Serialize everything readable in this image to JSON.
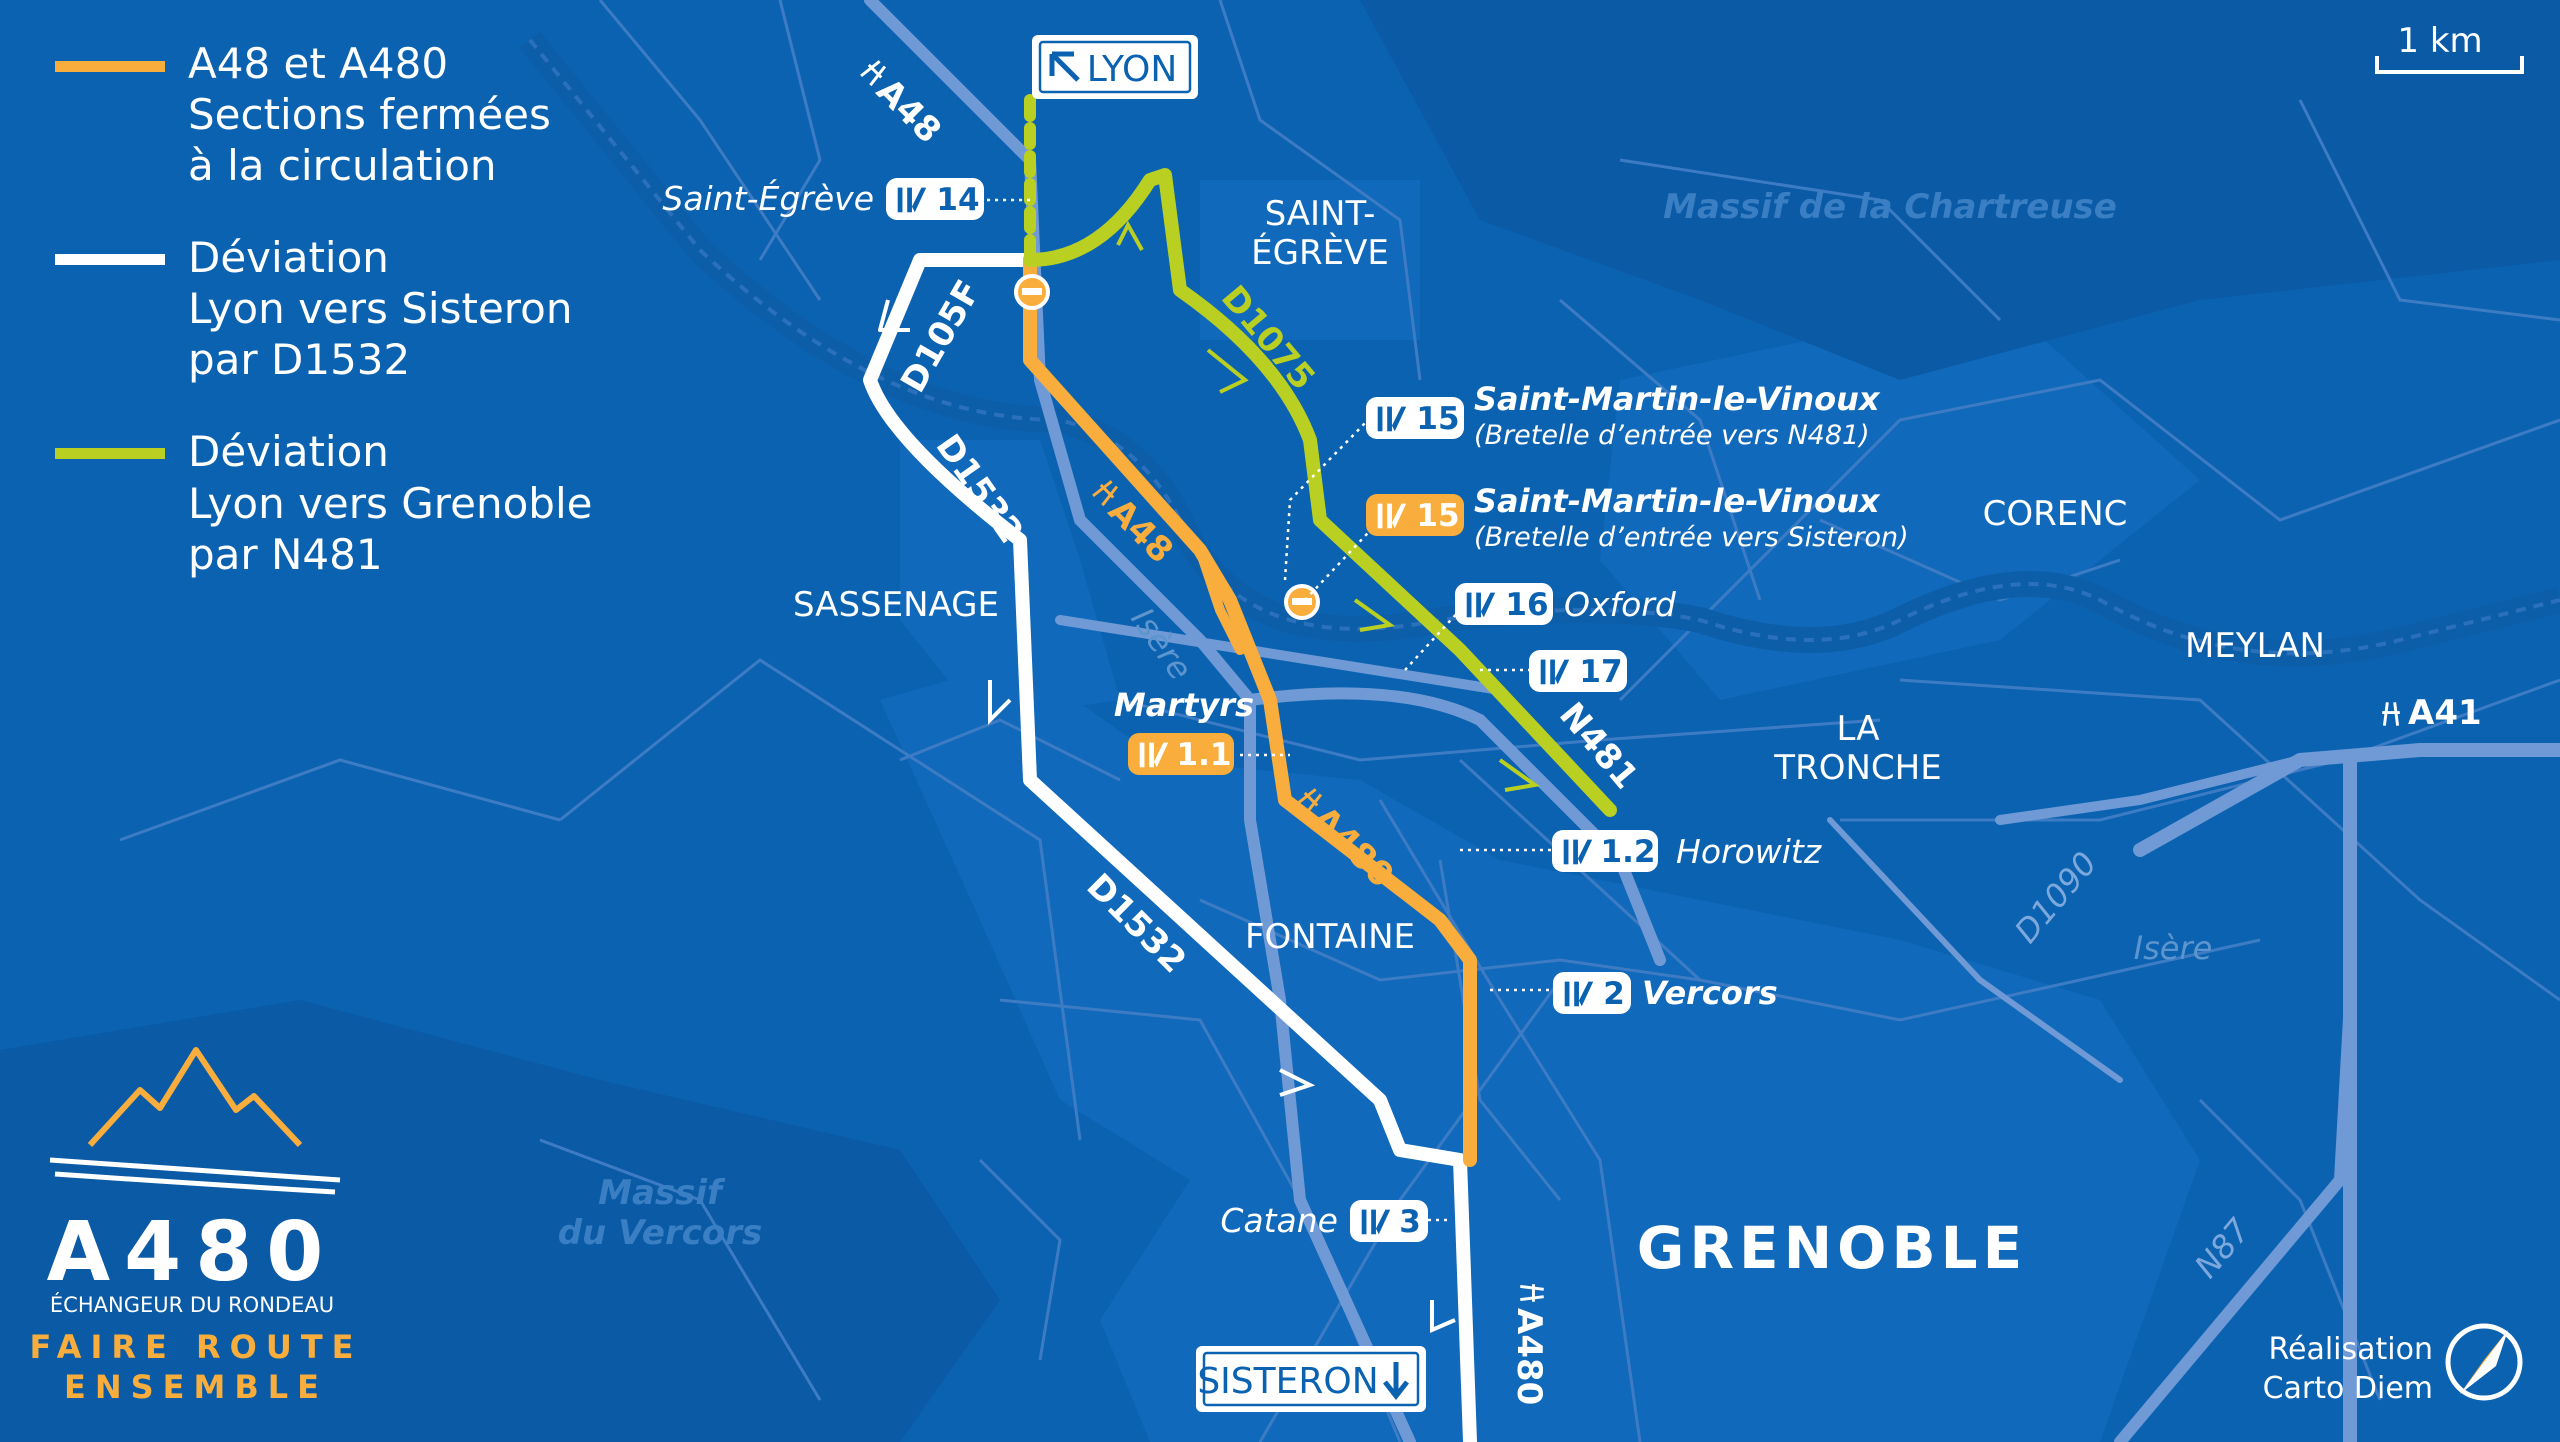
{
  "legend": {
    "orange": {
      "color": "#f8ad3c",
      "lines": [
        "A48 et A480",
        "Sections fermées",
        "à la circulation"
      ]
    },
    "white": {
      "color": "#ffffff",
      "lines": [
        "Déviation",
        "Lyon vers Sisteron",
        "par D1532"
      ]
    },
    "green": {
      "color": "#b9cf22",
      "lines": [
        "Déviation",
        "Lyon vers Grenoble",
        "par N481"
      ]
    }
  },
  "scale": {
    "label": "1 km"
  },
  "signs": {
    "lyon": "LYON",
    "sisteron": "SISTERON"
  },
  "places": {
    "saint_egreve_1": "SAINT-",
    "saint_egreve_2": "ÉGRÈVE",
    "sassenage": "SASSENAGE",
    "fontaine": "FONTAINE",
    "corenc": "CORENC",
    "meylan": "MEYLAN",
    "la_tronche_1": "LA",
    "la_tronche_2": "TRONCHE",
    "grenoble": "GRENOBLE"
  },
  "massifs": {
    "chartreuse": "Massif de la Chartreuse",
    "vercors_1": "Massif",
    "vercors_2": "du Vercors"
  },
  "rivers": {
    "isere_1": "Isère",
    "isere_2": "Isère"
  },
  "roads": {
    "a48_top": "A48",
    "a48_mid": "A48",
    "a480": "A480",
    "a480_bottom": "A480",
    "a41": "A41",
    "d105f": "D105F",
    "d1532_1": "D1532",
    "d1532_2": "D1532",
    "d1075": "D1075",
    "n481": "N481",
    "d1090": "D1090",
    "n87": "N87"
  },
  "exits": {
    "e14": {
      "num": "14",
      "name": "Saint-Égrève"
    },
    "e15a": {
      "num": "15",
      "name": "Saint-Martin-le-Vinoux",
      "sub": "(Bretelle d’entrée vers N481)"
    },
    "e15b": {
      "num": "15",
      "name": "Saint-Martin-le-Vinoux",
      "sub": "(Bretelle d’entrée vers Sisteron)"
    },
    "e16": {
      "num": "16",
      "name": "Oxford"
    },
    "e17": {
      "num": "17"
    },
    "e11": {
      "num": "1.1",
      "name": "Martyrs"
    },
    "e12": {
      "num": "1.2",
      "name": "Horowitz"
    },
    "e2": {
      "num": "2",
      "name": "Vercors"
    },
    "e3": {
      "num": "3",
      "name": "Catane"
    }
  },
  "logo": {
    "title": "A480",
    "subtitle": "ÉCHANGEUR DU RONDEAU",
    "slogan_1": "FAIRE ROUTE",
    "slogan_2": "ENSEMBLE"
  },
  "credit": {
    "line1": "Réalisation",
    "line2": "Carto Diem"
  },
  "colors": {
    "sea": "#0b62b1",
    "road": "#6f9ad6",
    "orange": "#f8ad3c",
    "green": "#b9cf22"
  }
}
